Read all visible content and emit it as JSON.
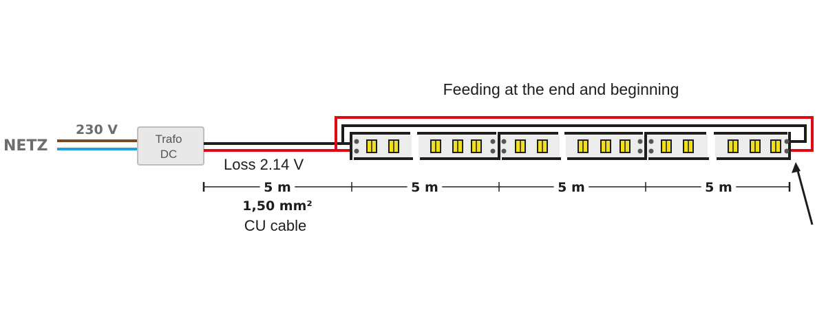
{
  "title": "Feeding at the end and beginning",
  "mains": {
    "label": "NETZ",
    "voltage": "230 V"
  },
  "transformer": {
    "line1": "Trafo",
    "line2": "DC"
  },
  "loss": "Loss 2.14 V",
  "segments": [
    {
      "length": "5 m"
    },
    {
      "length": "5 m"
    },
    {
      "length": "5 m"
    },
    {
      "length": "5 m"
    }
  ],
  "cable": {
    "cross_section": "1,50 mm²",
    "material": "CU cable"
  },
  "colors": {
    "brown": "#7a4a22",
    "blue": "#22a0dc",
    "red": "#e30613",
    "black": "#1d1d1b",
    "led": "#f2e01e",
    "strip": "#ececec",
    "grey": "#6d6d6d"
  }
}
